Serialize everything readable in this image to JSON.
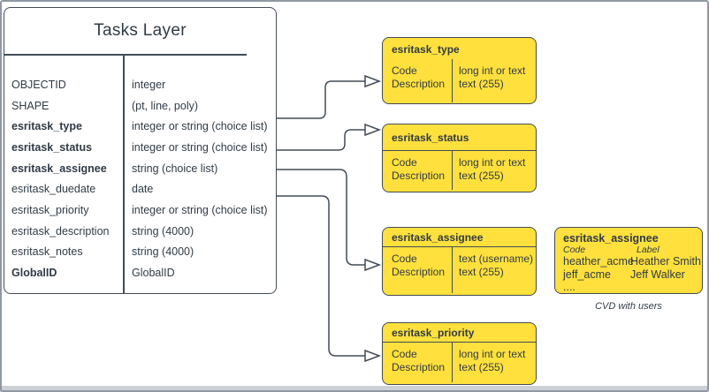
{
  "colors": {
    "node_fill": "#FFE03C",
    "stroke": "#424c57",
    "text": "#303b46",
    "frame": "#8f98a3",
    "bottom_bar": "#ccd1d8"
  },
  "main_table": {
    "title": "Tasks Layer",
    "fields": [
      {
        "name": "OBJECTID",
        "type": "integer"
      },
      {
        "name": "SHAPE",
        "type": "(pt, line, poly)"
      },
      {
        "name": "esritask_type",
        "type": "integer or string (choice list)"
      },
      {
        "name": "esritask_status",
        "type": "integer or string (choice list)"
      },
      {
        "name": "esritask_assignee",
        "type": "string (choice list)"
      },
      {
        "name": "esritask_duedate",
        "type": "date"
      },
      {
        "name": "esritask_priority",
        "type": "integer or string (choice list)"
      },
      {
        "name": "esritask_description",
        "type": "string (4000)"
      },
      {
        "name": "esritask_notes",
        "type": "string (4000)"
      },
      {
        "name": "GlobalID",
        "type": "GlobalID"
      }
    ]
  },
  "domain_tables": [
    {
      "title": "esritask_type",
      "rows": [
        {
          "field": "Code",
          "type": "long int or text"
        },
        {
          "field": "Description",
          "type": "text (255)"
        }
      ]
    },
    {
      "title": "esritask_status",
      "rows": [
        {
          "field": "Code",
          "type": "long int or text"
        },
        {
          "field": "Description",
          "type": "text (255)"
        }
      ]
    },
    {
      "title": "esritask_assignee",
      "rows": [
        {
          "field": "Code",
          "type": "text (username)"
        },
        {
          "field": "Description",
          "type": "text (255)"
        }
      ]
    },
    {
      "title": "esritask_priority",
      "rows": [
        {
          "field": "Code",
          "type": "long int or text"
        },
        {
          "field": "Description",
          "type": "text (255)"
        }
      ]
    }
  ],
  "cvd_table": {
    "title": "esritask_assignee",
    "columns": [
      "Code",
      "Label"
    ],
    "rows": [
      {
        "code": "heather_acme",
        "label": "Heather Smith"
      },
      {
        "code": "jeff_acme",
        "label": "Jeff Walker"
      },
      {
        "code": "....",
        "label": ""
      }
    ],
    "caption": "CVD with users"
  }
}
